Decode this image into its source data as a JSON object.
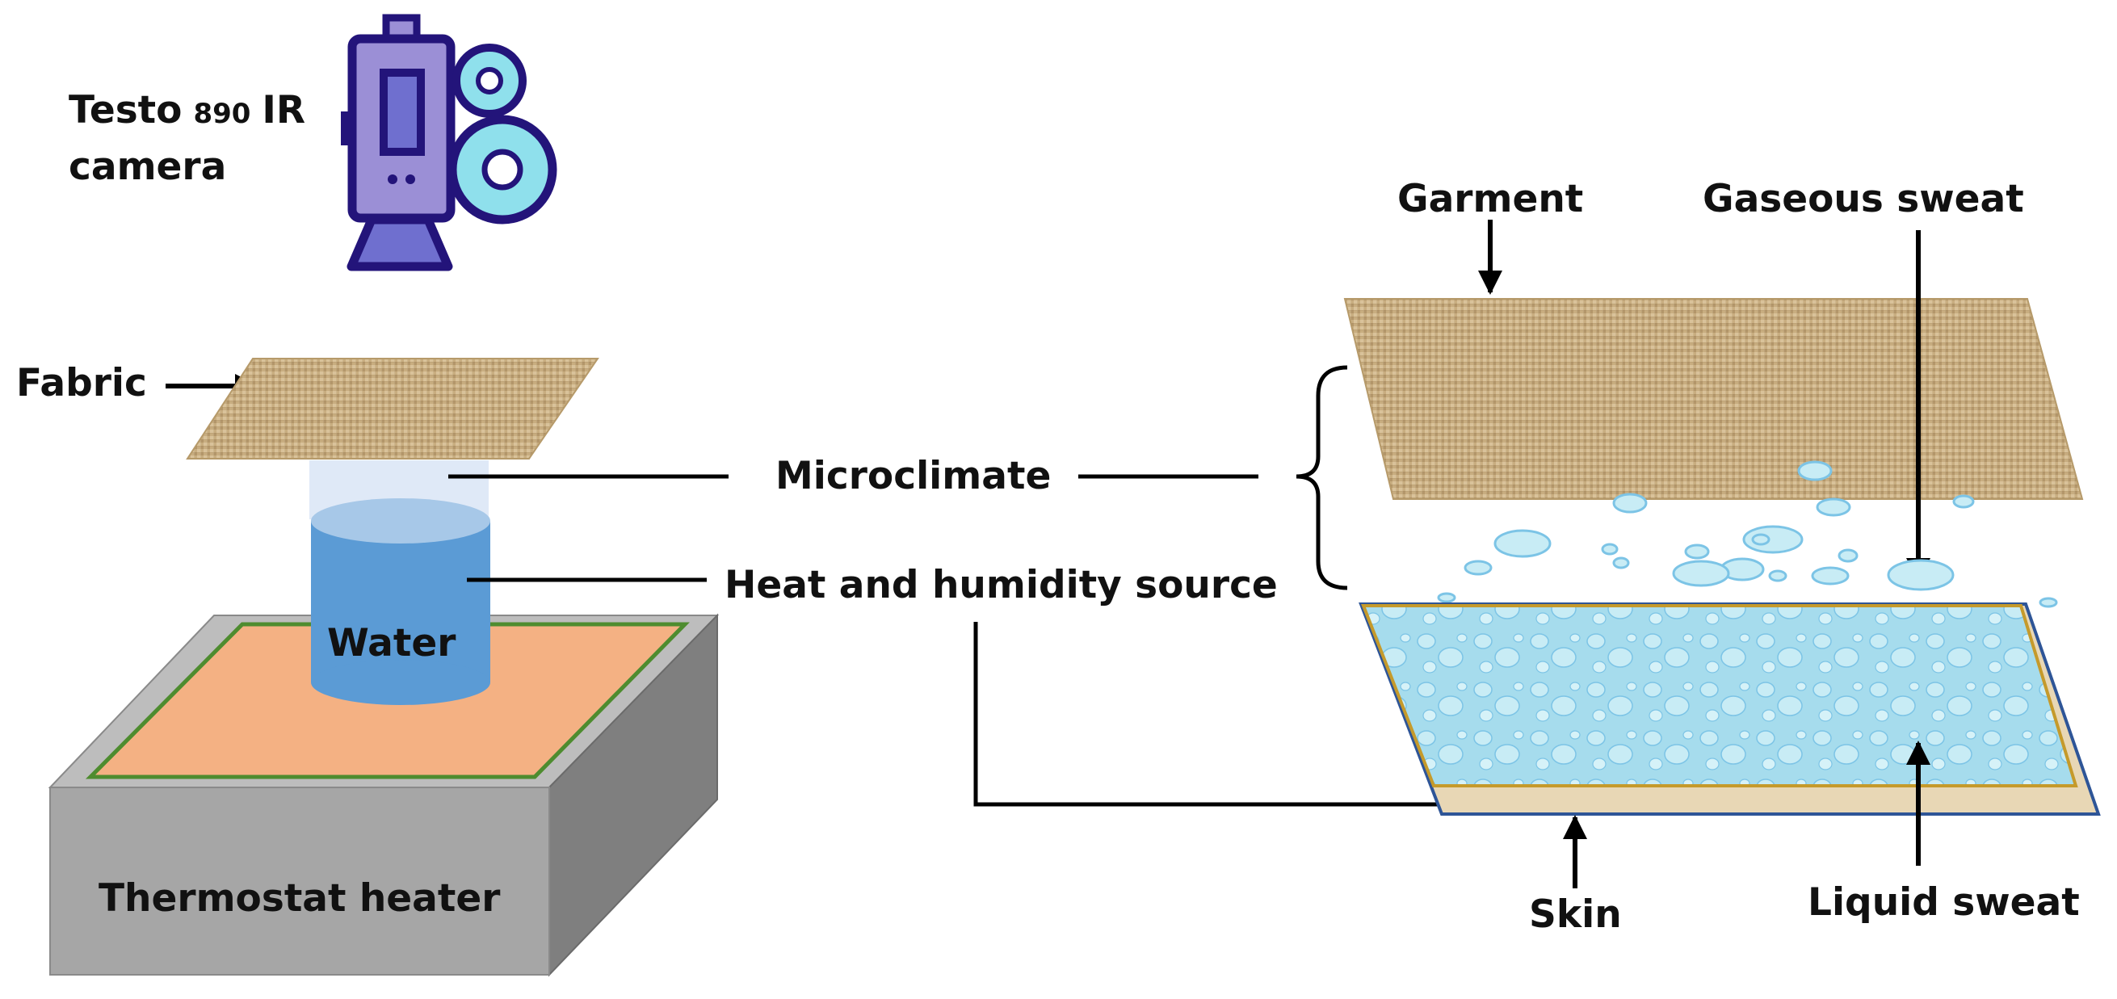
{
  "labels": {
    "camera_line1": "Testo",
    "camera_model": "890",
    "camera_suffix": "IR",
    "camera_line2": "camera",
    "fabric": "Fabric",
    "microclimate": "Microclimate",
    "heat_source": "Heat and humidity source",
    "water": "Water",
    "heater": "Thermostat heater",
    "garment": "Garment",
    "gaseous_sweat": "Gaseous sweat",
    "skin": "Skin",
    "liquid_sweat": "Liquid sweat"
  },
  "colors": {
    "camera_body": "#9b8fd6",
    "camera_outline": "#23147a",
    "camera_reel": "#8fe0ec",
    "camera_stand": "#6f6fcf",
    "fabric": "#c8ad80",
    "fabric_dark": "#9a7c52",
    "water_side": "#5b9bd5",
    "water_top": "#a7c8e8",
    "microclimate": "#dfe9f7",
    "heater_top_outer": "#bdbdbd",
    "heater_plate": "#f4b183",
    "heater_plate_edge": "#4e8c2f",
    "heater_front": "#a6a6a6",
    "heater_side": "#7f7f7f",
    "skin": "#e8d7b5",
    "liquid_sweat": "#9fd8ea",
    "liquid_edge": "#c59a2b",
    "skin_outline": "#2e5597",
    "droplet": "#7cc4e6",
    "line": "#000000"
  },
  "icons": [
    "camera-icon"
  ]
}
